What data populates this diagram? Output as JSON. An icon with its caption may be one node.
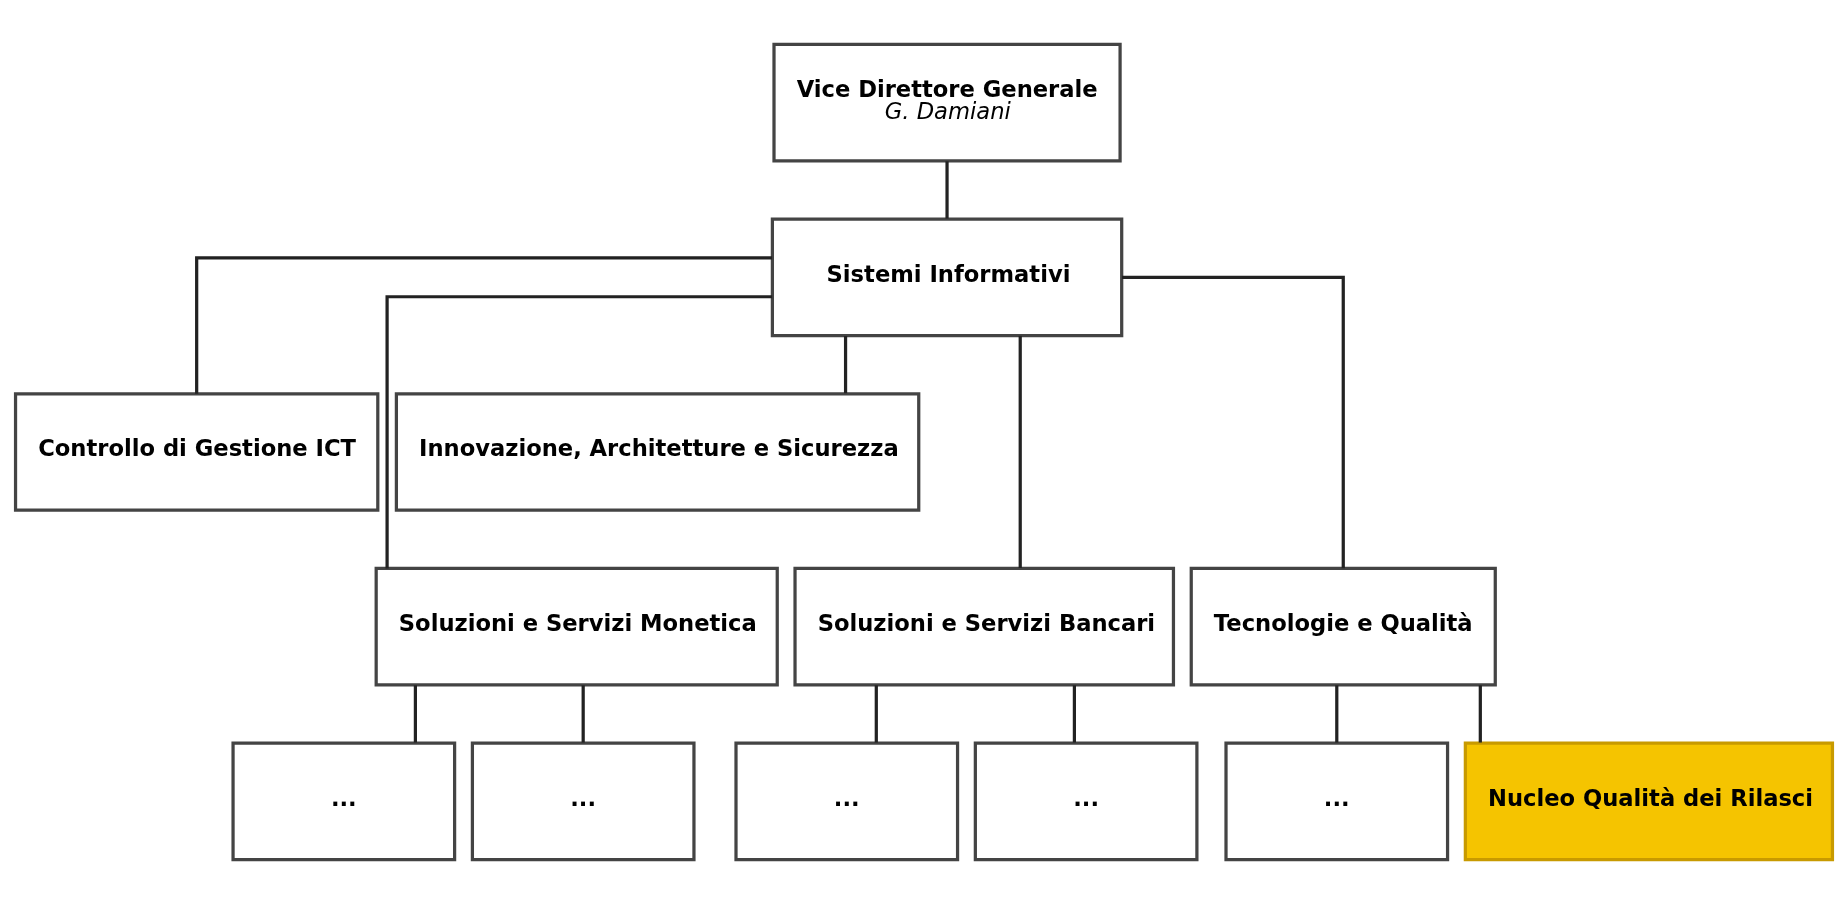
{
  "diagram": {
    "nodes": [
      {
        "text": [
          "Vice Direttore Generale",
          "G. Damiani"
        ]
      },
      {
        "text": [
          "Sistemi Informativi"
        ]
      },
      {
        "text": [
          "Controllo di Gestione ICT"
        ]
      },
      {
        "text": [
          "Innovazione, Architetture e Sicurezza"
        ]
      },
      {
        "text": [
          "Soluzioni e Servizi Monetica"
        ]
      },
      {
        "text": [
          "Soluzioni e Servizi Bancari"
        ]
      },
      {
        "text": [
          "Tecnologie e Qualità"
        ]
      },
      {
        "text": [
          "..."
        ]
      },
      {
        "text": [
          "..."
        ]
      },
      {
        "text": [
          "..."
        ]
      },
      {
        "text": [
          "..."
        ]
      },
      {
        "text": [
          "..."
        ]
      },
      {
        "text": [
          "Nucleo Qualità dei Rilasci"
        ]
      }
    ],
    "edges": [
      {
        "from": 0,
        "to": 1,
        "arrow": "none"
      },
      {
        "from": 1,
        "to": 2,
        "arrow": "none"
      },
      {
        "from": 1,
        "to": 3,
        "arrow": "none"
      },
      {
        "from": 1,
        "to": 4,
        "arrow": "none"
      },
      {
        "from": 1,
        "to": 5,
        "arrow": "none"
      },
      {
        "from": 1,
        "to": 6,
        "arrow": "none"
      },
      {
        "from": 4,
        "to": 7,
        "arrow": "none"
      },
      {
        "from": 4,
        "to": 8,
        "arrow": "none"
      },
      {
        "from": 5,
        "to": 9,
        "arrow": "none"
      },
      {
        "from": 5,
        "to": 10,
        "arrow": "none"
      },
      {
        "from": 6,
        "to": 11,
        "arrow": "none"
      },
      {
        "from": 6,
        "to": 12,
        "arrow": "none"
      }
    ]
  }
}
